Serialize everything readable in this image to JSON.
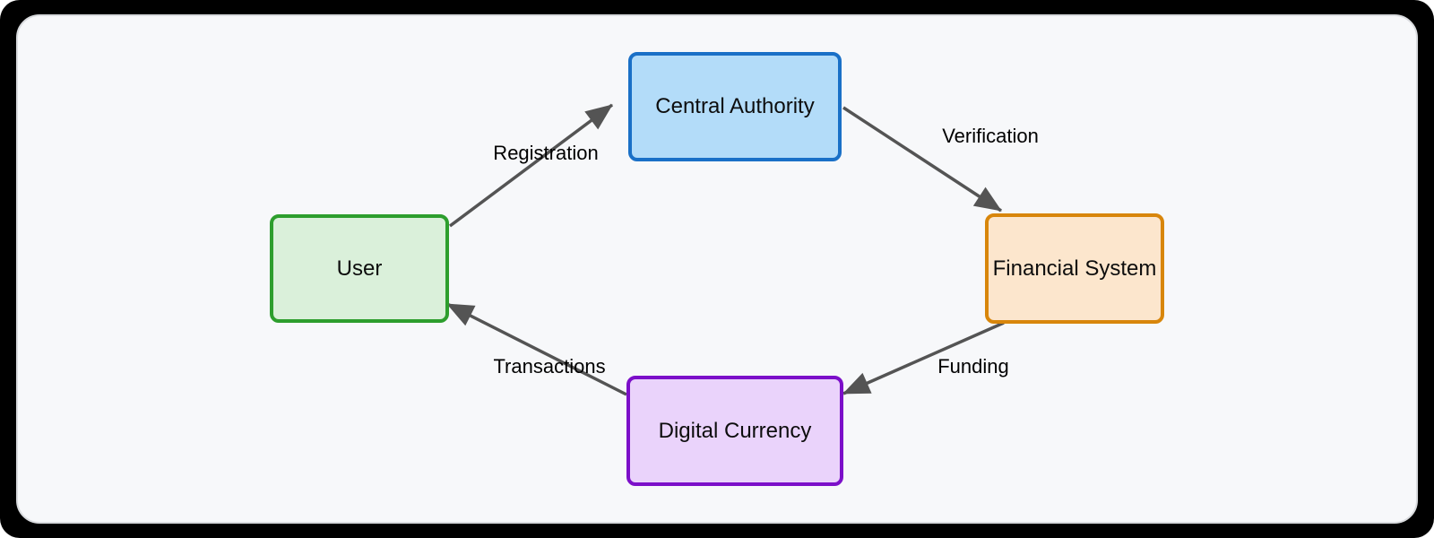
{
  "canvas": {
    "outer_bg": "#000000",
    "panel_bg": "#f7f8fa",
    "panel_border": "#d9dbde"
  },
  "nodes": [
    {
      "id": "user",
      "label": "User",
      "fill": "#daf0da",
      "stroke": "#2d9e2d"
    },
    {
      "id": "central-authority",
      "label": "Central Authority",
      "fill": "#b3dcf9",
      "stroke": "#1a70c7"
    },
    {
      "id": "financial-system",
      "label": "Financial System",
      "fill": "#fce6cd",
      "stroke": "#d8860b"
    },
    {
      "id": "digital-currency",
      "label": "Digital Currency",
      "fill": "#ead3fb",
      "stroke": "#7c0fc9"
    }
  ],
  "edges": [
    {
      "from": "user",
      "to": "central-authority",
      "label": "Registration"
    },
    {
      "from": "central-authority",
      "to": "financial-system",
      "label": "Verification"
    },
    {
      "from": "financial-system",
      "to": "digital-currency",
      "label": "Funding"
    },
    {
      "from": "digital-currency",
      "to": "user",
      "label": "Transactions"
    }
  ],
  "edge_style": {
    "color": "#545454",
    "label_color": "#000000"
  }
}
